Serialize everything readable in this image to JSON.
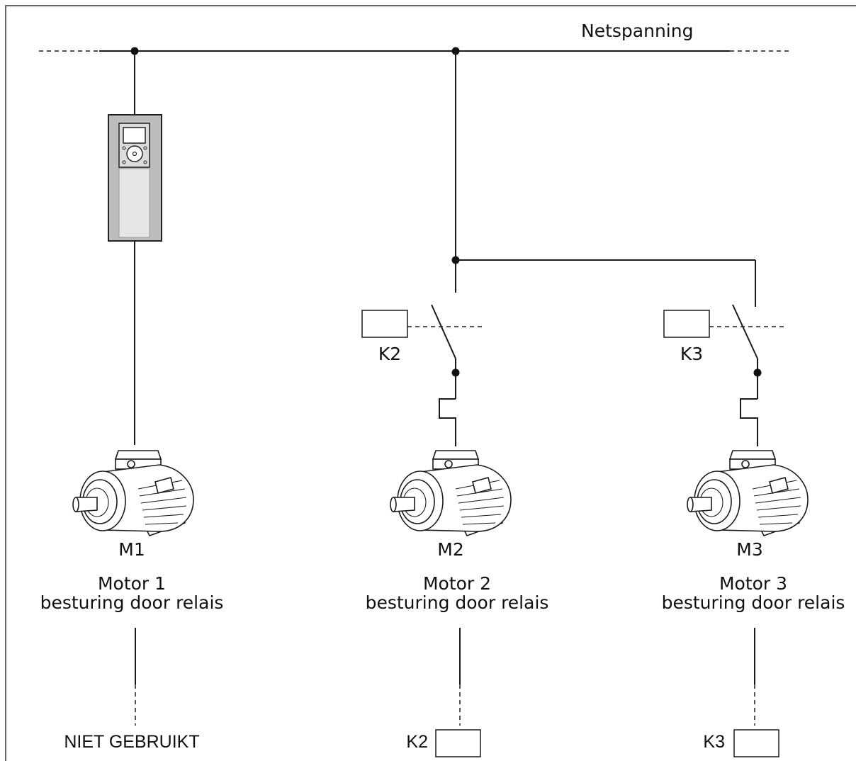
{
  "supply": {
    "label": "Netspanning"
  },
  "motors": [
    {
      "tag": "M1",
      "name": "Motor 1",
      "control": "besturing door relais",
      "contactor": "",
      "bottom_label": "NIET GEBRUIKT"
    },
    {
      "tag": "M2",
      "name": "Motor 2",
      "control": "besturing door relais",
      "contactor": "K2",
      "bottom_label": "K2"
    },
    {
      "tag": "M3",
      "name": "Motor 3",
      "control": "besturing door relais",
      "contactor": "K3",
      "bottom_label": "K3"
    }
  ],
  "icons": {
    "drive": "frequency-converter-icon",
    "motor": "electric-motor-icon",
    "coil": "relay-coil-icon",
    "switch": "contactor-switch-icon"
  }
}
